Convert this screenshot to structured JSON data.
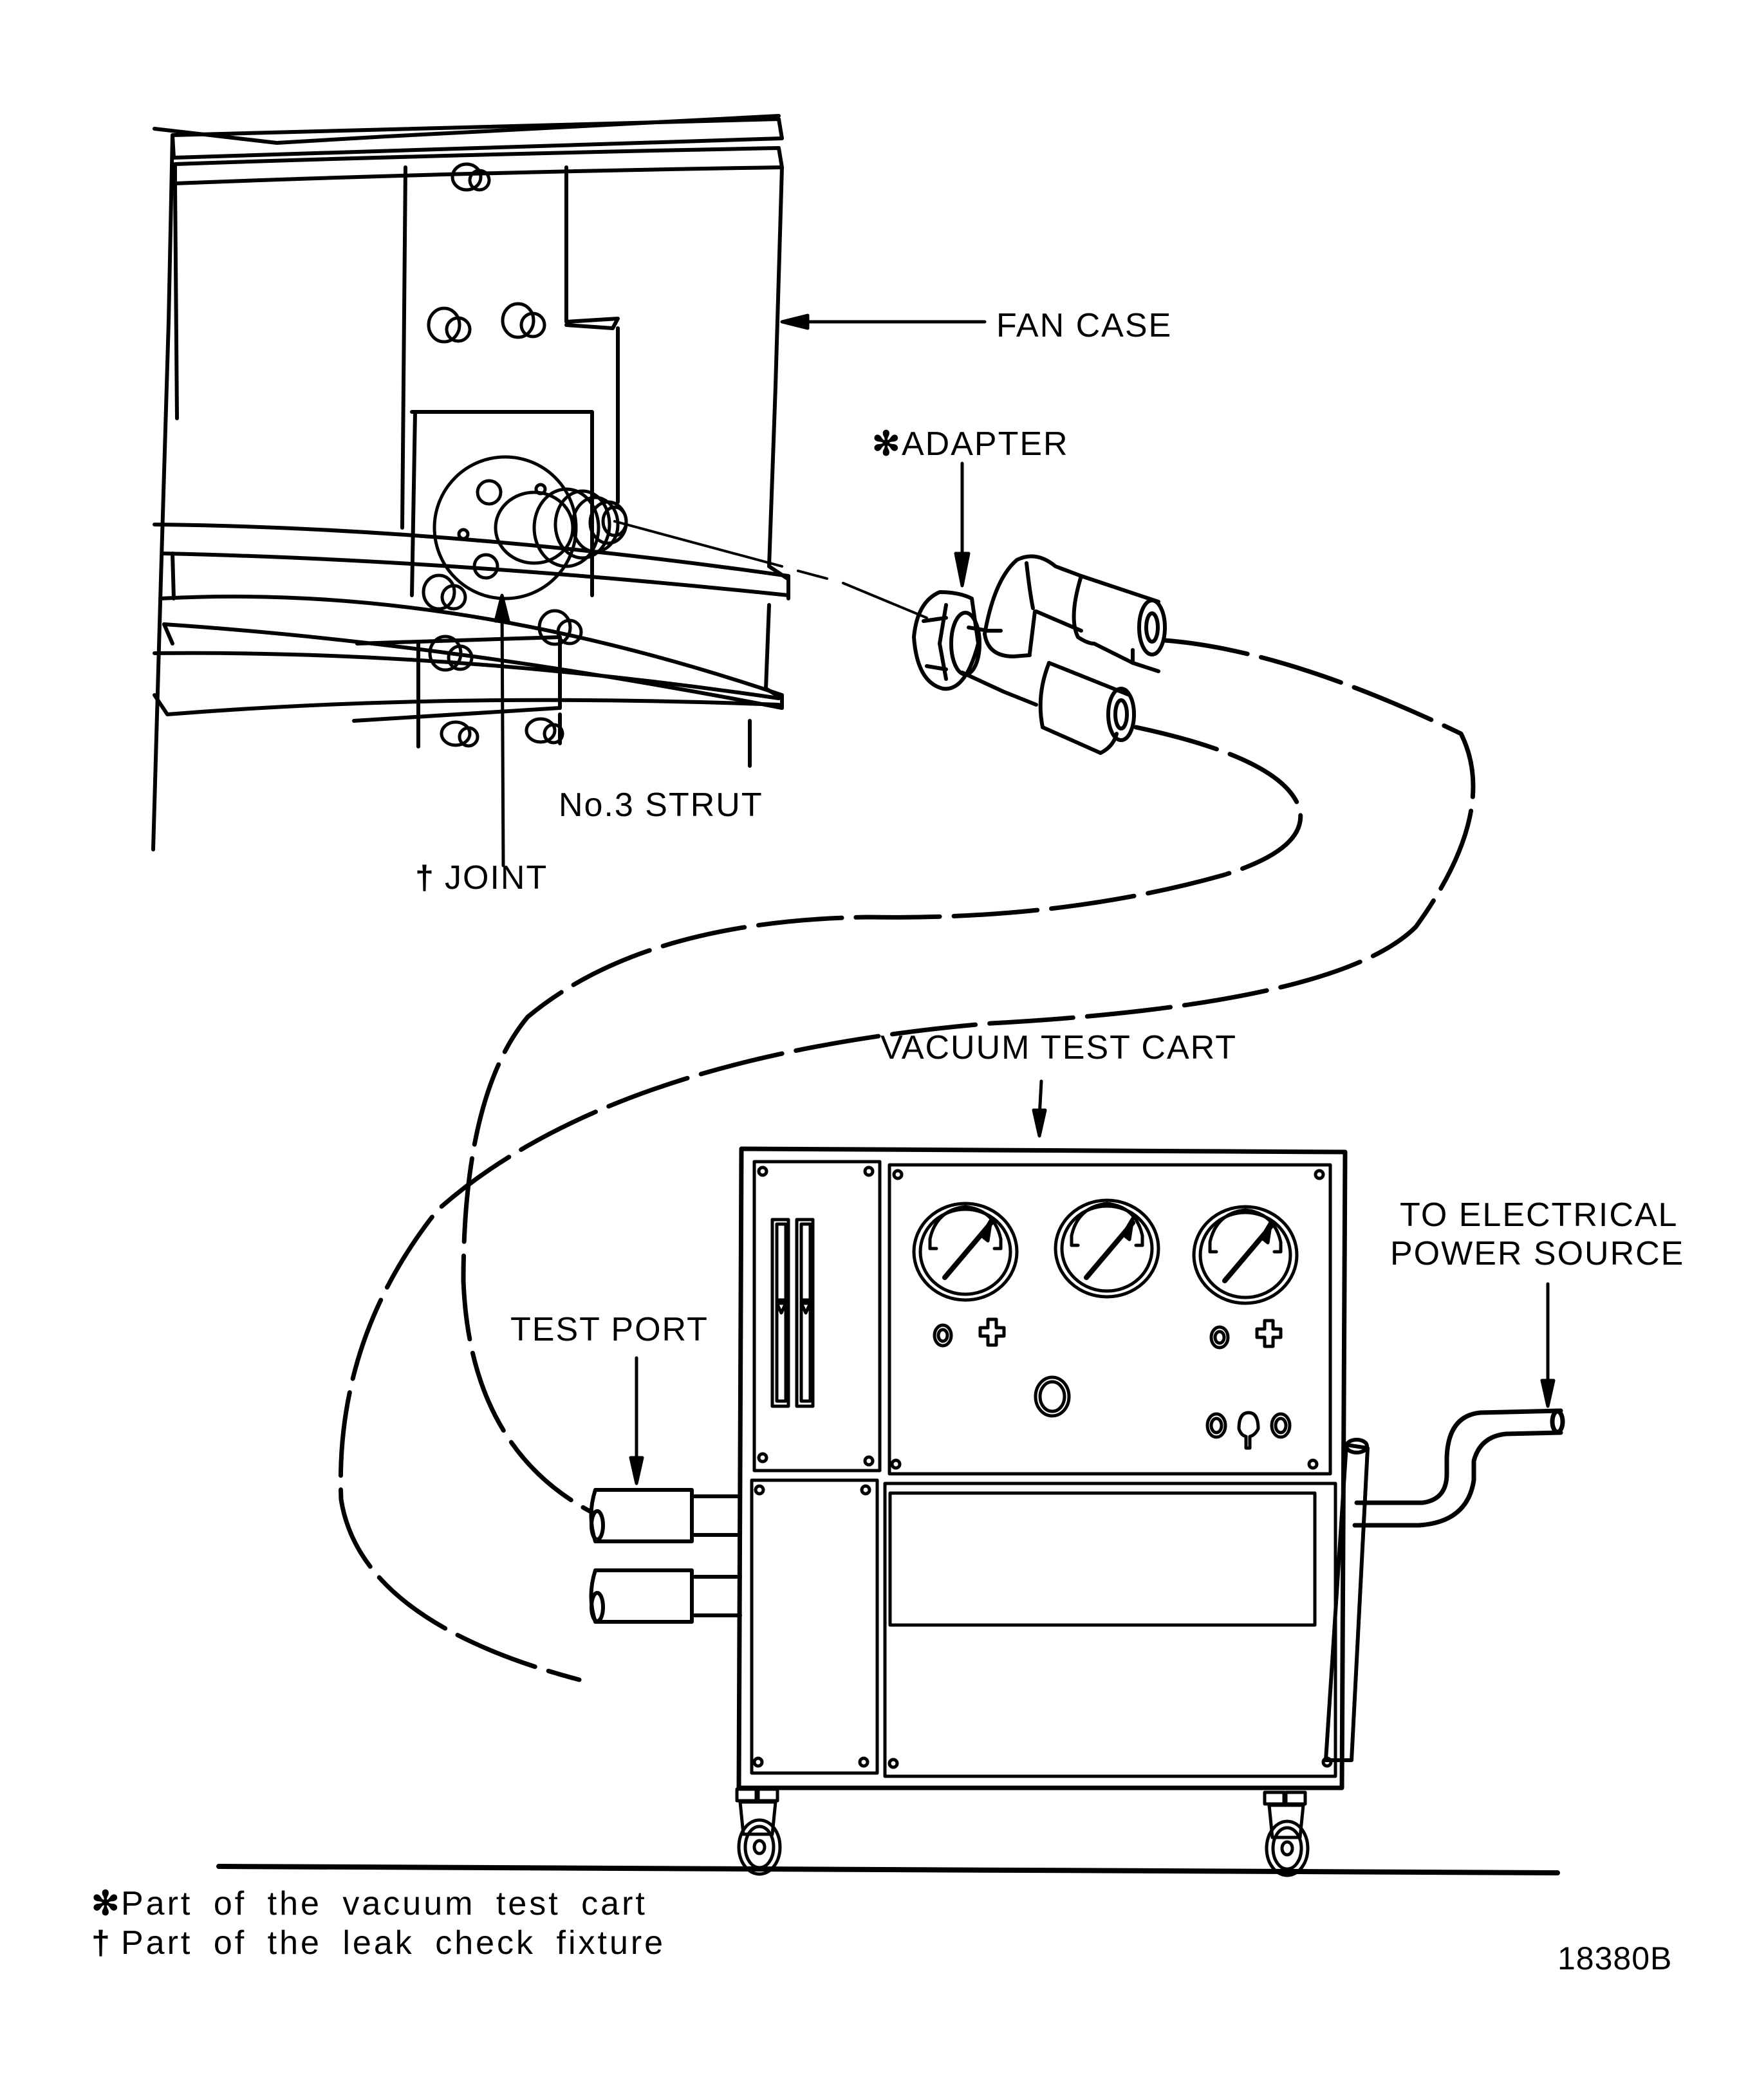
{
  "figure": {
    "id": "18380B",
    "labels": {
      "fan_case": "FAN CASE",
      "adapter_symbol": "✻",
      "adapter": "ADAPTER",
      "strut": "No.3  STRUT",
      "joint_symbol": "†",
      "joint": "JOINT",
      "vacuum_test_cart": "VACUUM  TEST  CART",
      "electrical_line1": "TO  ELECTRICAL",
      "electrical_line2": "POWER  SOURCE",
      "test_port": "TEST  PORT"
    },
    "footnotes": [
      {
        "symbol": "✻",
        "text": "Part of the vacuum test cart"
      },
      {
        "symbol": "†",
        "text": "Part of the leak check fixture"
      }
    ],
    "line_color": "#000000",
    "background": "#ffffff"
  }
}
